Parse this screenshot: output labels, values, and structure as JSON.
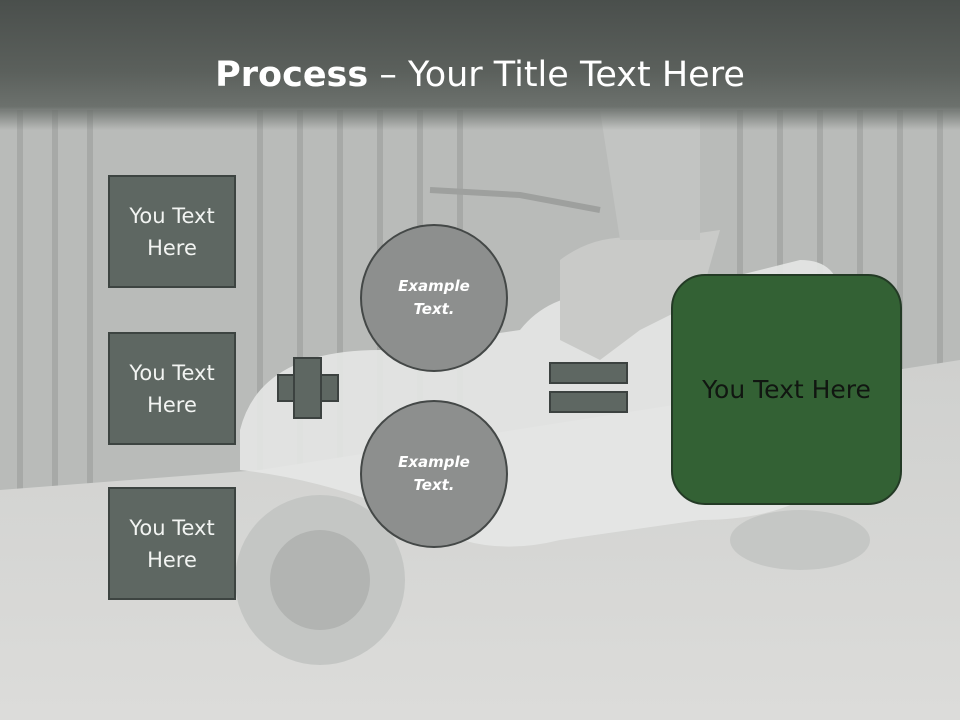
{
  "title": {
    "bold": "Process",
    "rest": " – Your Title Text Here"
  },
  "left_boxes": [
    {
      "label": "You Text Here"
    },
    {
      "label": "You Text Here"
    },
    {
      "label": "You Text Here"
    }
  ],
  "circles": [
    {
      "label": "Example Text."
    },
    {
      "label": "Example Text."
    }
  ],
  "result": {
    "label": "You Text Here"
  },
  "colors": {
    "box_fill": "#5e6762",
    "circle_fill": "#8d8f8e",
    "result_fill": "#336134",
    "title_band": "#555a57"
  }
}
